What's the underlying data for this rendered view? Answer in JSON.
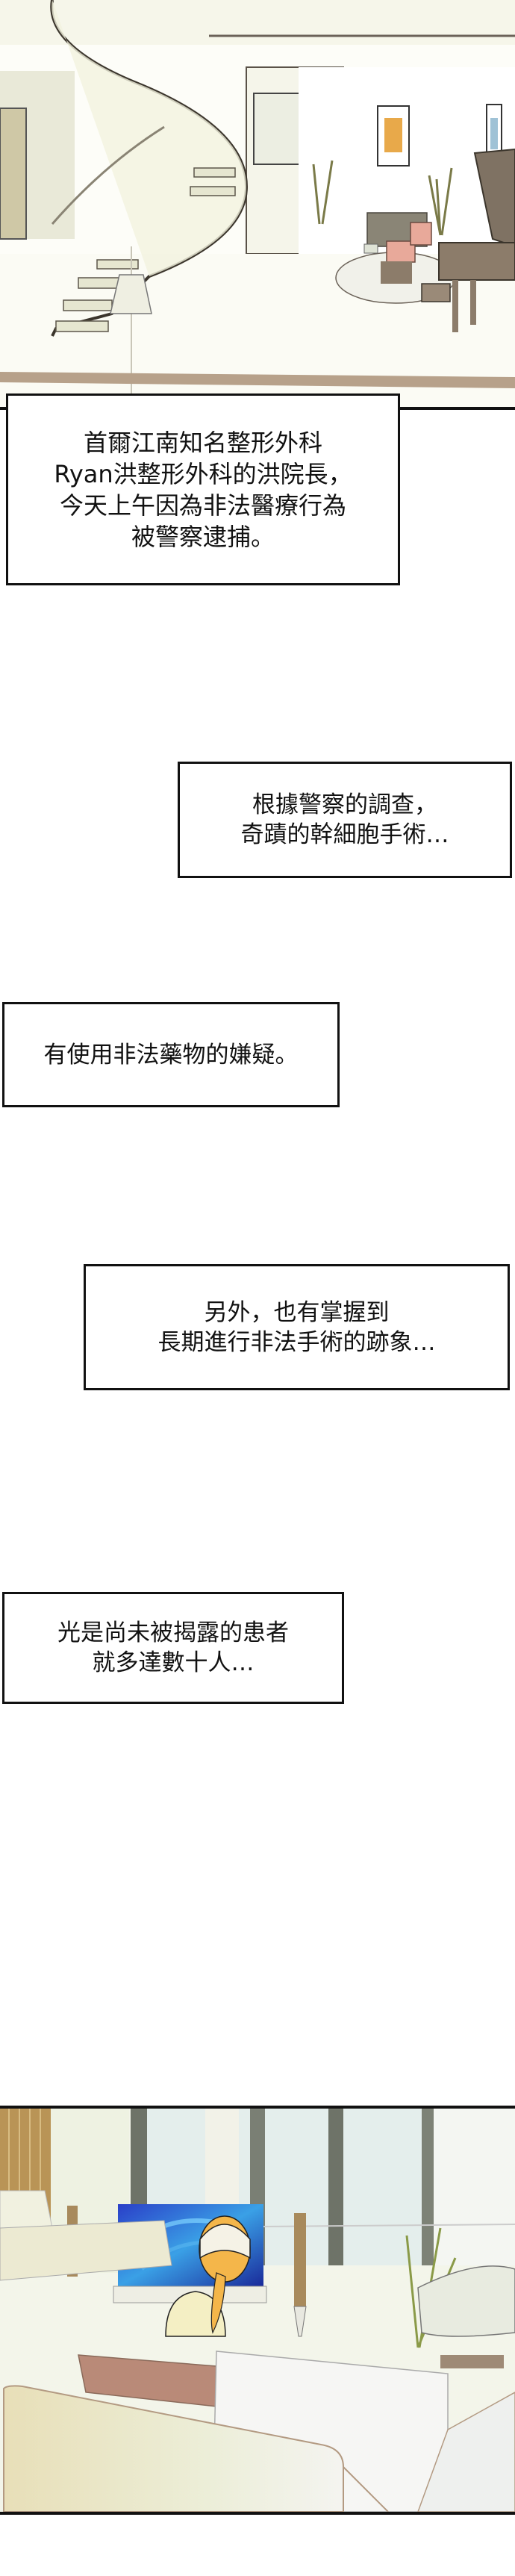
{
  "page": {
    "type": "webtoon-strip",
    "background": "#ffffff"
  },
  "panels": [
    {
      "id": "top",
      "scene": "Luxury mansion interior with spiral staircase, pendant lamp, lounge chairs and grand piano",
      "colors": {
        "floor": "#fbfbf4",
        "trim": "#a8927a",
        "stair": "#f3f3df",
        "piano": "#8c7c6a",
        "chair": "#e8a99a"
      }
    },
    {
      "id": "bottom",
      "scene": "Bandaged woman with ponytail watching TV news in a bright living room",
      "colors": {
        "tv_screen": "#1f3fb8",
        "hair": "#f4b64a",
        "sofa": "#ecead2",
        "cushion": "#b98a78",
        "wood": "#b99456"
      }
    }
  ],
  "captions": [
    {
      "id": "caption-1",
      "lines": [
        "首爾江南知名整形外科",
        "Ryan洪整形外科的洪院長，",
        "今天上午因為非法醫療行為",
        "被警察逮捕。"
      ]
    },
    {
      "id": "caption-2",
      "lines": [
        "根據警察的調查，",
        "奇蹟的幹細胞手術…"
      ]
    },
    {
      "id": "caption-3",
      "lines": [
        "有使用非法藥物的嫌疑。"
      ]
    },
    {
      "id": "caption-4",
      "lines": [
        "另外，也有掌握到",
        "長期進行非法手術的跡象…"
      ]
    },
    {
      "id": "caption-5",
      "lines": [
        "光是尚未被揭露的患者",
        "就多達數十人…"
      ]
    }
  ]
}
